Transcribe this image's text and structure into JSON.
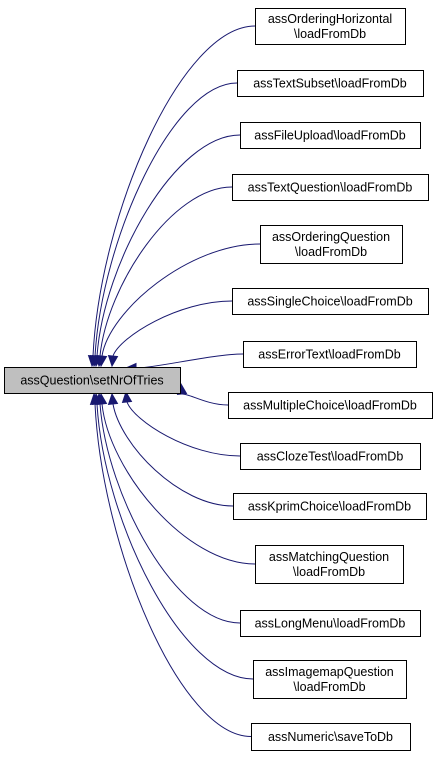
{
  "diagram": {
    "focus": {
      "lines": [
        "assQuestion\\setNrOfTries"
      ]
    },
    "callers": [
      {
        "id": "ordering-horizontal",
        "lines": [
          "assOrderingHorizontal",
          "\\loadFromDb"
        ]
      },
      {
        "id": "text-subset",
        "lines": [
          "assTextSubset\\loadFromDb"
        ]
      },
      {
        "id": "file-upload",
        "lines": [
          "assFileUpload\\loadFromDb"
        ]
      },
      {
        "id": "text-question",
        "lines": [
          "assTextQuestion\\loadFromDb"
        ]
      },
      {
        "id": "ordering-question",
        "lines": [
          "assOrderingQuestion",
          "\\loadFromDb"
        ]
      },
      {
        "id": "single-choice",
        "lines": [
          "assSingleChoice\\loadFromDb"
        ]
      },
      {
        "id": "error-text",
        "lines": [
          "assErrorText\\loadFromDb"
        ]
      },
      {
        "id": "multiple-choice",
        "lines": [
          "assMultipleChoice\\loadFromDb"
        ]
      },
      {
        "id": "cloze-test",
        "lines": [
          "assClozeTest\\loadFromDb"
        ]
      },
      {
        "id": "kprim-choice",
        "lines": [
          "assKprimChoice\\loadFromDb"
        ]
      },
      {
        "id": "matching-question",
        "lines": [
          "assMatchingQuestion",
          "\\loadFromDb"
        ]
      },
      {
        "id": "long-menu",
        "lines": [
          "assLongMenu\\loadFromDb"
        ]
      },
      {
        "id": "imagemap-question",
        "lines": [
          "assImagemapQuestion",
          "\\loadFromDb"
        ]
      },
      {
        "id": "numeric",
        "lines": [
          "assNumeric\\saveToDb"
        ]
      }
    ],
    "colors": {
      "edge": "#191970",
      "focus_fill": "#bfbfbf",
      "node_fill": "#ffffff",
      "border": "#000000"
    }
  }
}
